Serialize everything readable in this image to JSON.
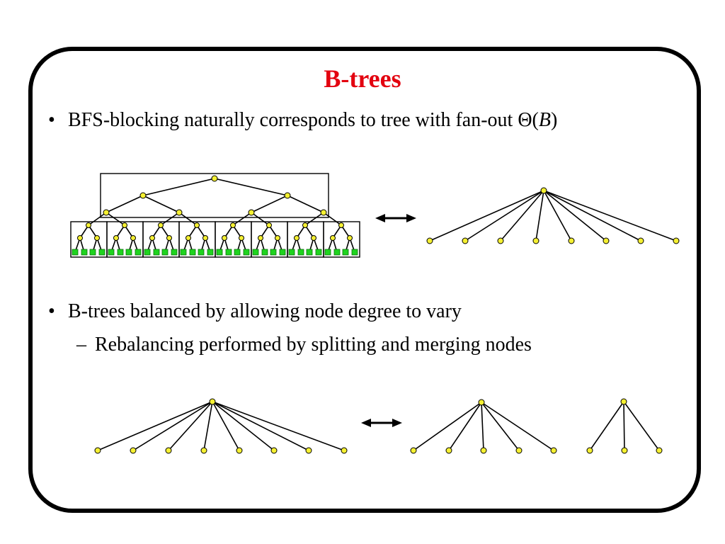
{
  "slide": {
    "title": "B-trees",
    "bullets": [
      {
        "marker": "•",
        "text": "BFS-blocking naturally corresponds to tree with fan-out ",
        "math_symbol": "Θ(",
        "math_var": "B",
        "math_close": ")"
      },
      {
        "marker": "•",
        "text": "B-trees balanced by allowing node degree to vary",
        "sub": {
          "marker": "–",
          "text": "Rebalancing performed by splitting and merging nodes"
        }
      }
    ]
  },
  "colors": {
    "title": "#e3000f",
    "node_fill": "#f5f032",
    "leaf_fill": "#1fd41f",
    "line": "#000000"
  },
  "icons": {
    "arrow": "double-headed-arrow-icon"
  }
}
